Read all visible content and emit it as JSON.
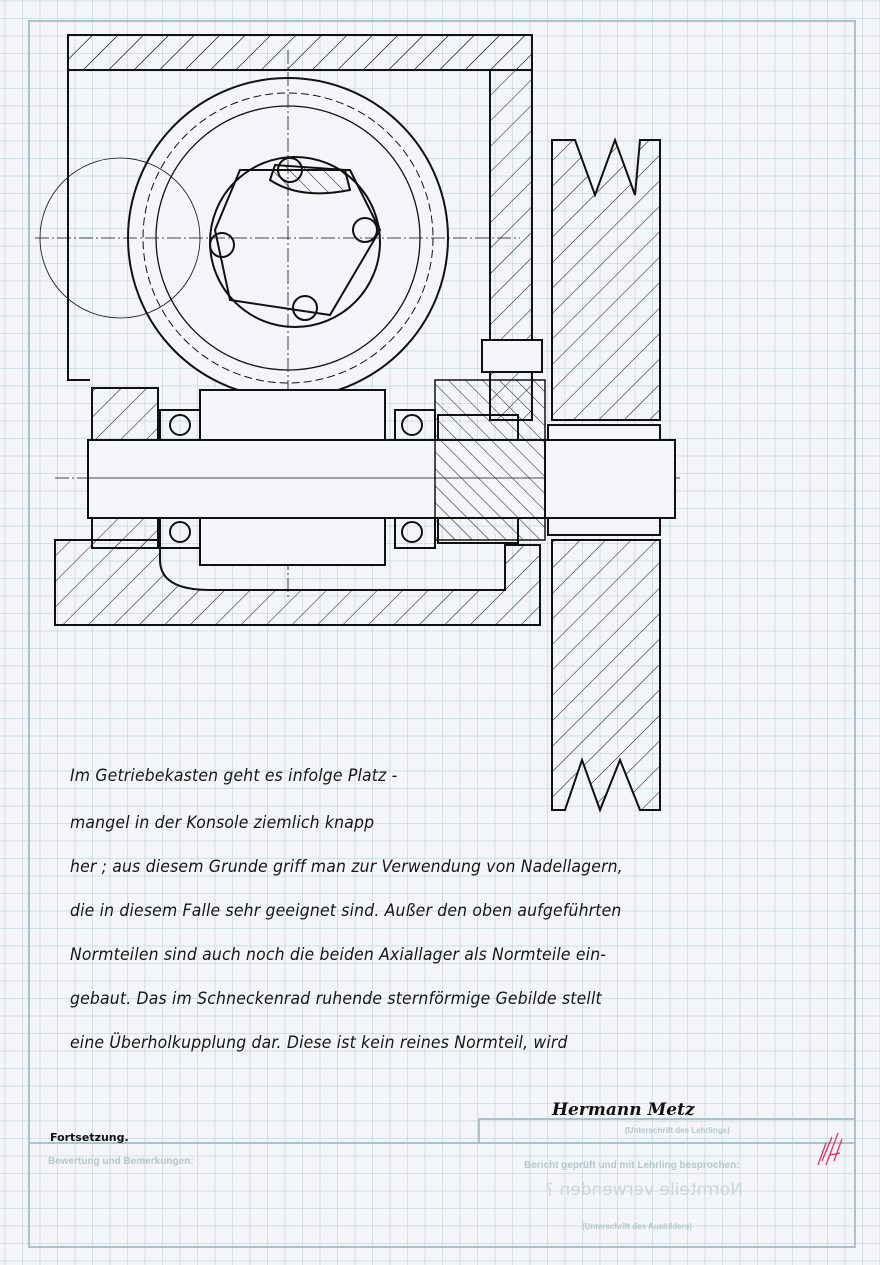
{
  "text_lines": [
    "Im Getriebekasten geht es infolge Platz -",
    "mangel in der Konsole ziemlich knapp",
    "her ; aus diesem Grunde griff man zur Verwendung von Nadellagern,",
    "die in diesem Falle sehr geeignet sind. Außer den oben aufgeführten",
    "Normteilen sind auch noch die beiden Axiallager als Normteile ein-",
    "gebaut. Das im Schneckenrad ruhende sternförmige Gebilde stellt",
    "eine Überholkupplung dar. Diese ist kein reines Normteil, wird"
  ],
  "signature": "Hermann Metz",
  "form": {
    "apprentice_signature_label": "(Unterschrift des Lehrlings)",
    "continuation": "Fortsetzung.",
    "evaluation_label": "Bewertung und Bemerkungen:",
    "review_label": "Bericht geprüft und mit Lehrling besprochen:",
    "trainer_signature_label": "(Unterschrift des Ausbilders)"
  },
  "show_through_text": "Normteile verwenden ?",
  "colors": {
    "ink": "#161616",
    "form": "#a9c4cc",
    "grid": "#96b9c8",
    "red_mark": "#e0306a"
  }
}
